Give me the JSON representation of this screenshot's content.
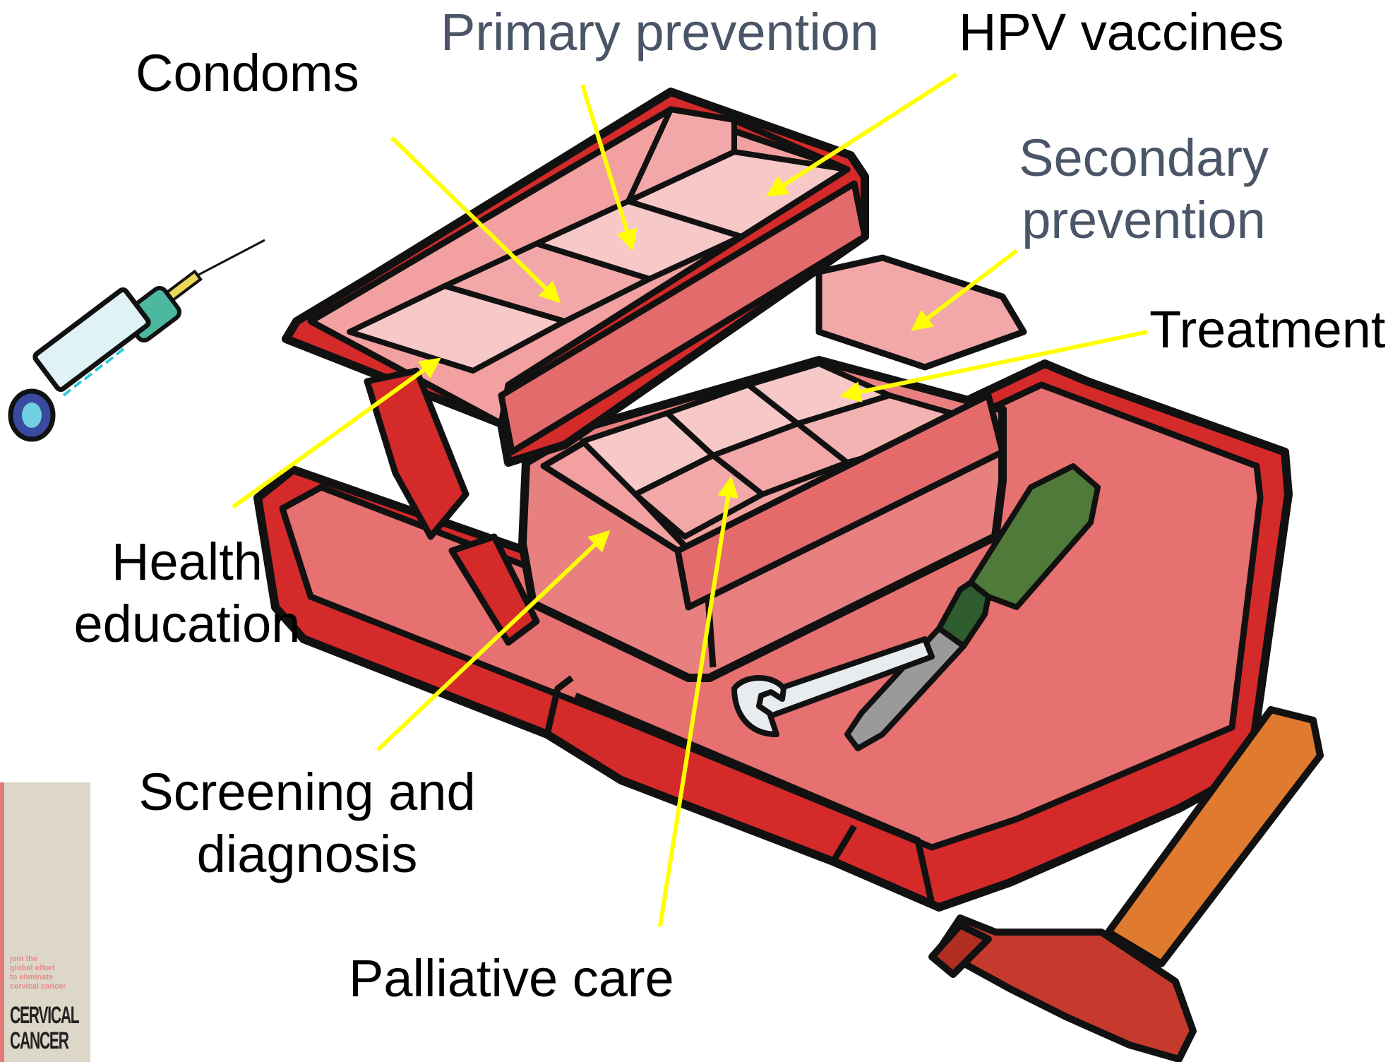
{
  "labels": {
    "primary_prevention": "Primary prevention",
    "hpv_vaccines": "HPV vaccines",
    "condoms": "Condoms",
    "secondary_prevention_line1": "Secondary",
    "secondary_prevention_line2": "prevention",
    "treatment": "Treatment",
    "health_education_line1": "Health",
    "health_education_line2": "education",
    "screening_line1": "Screening and",
    "screening_line2": "diagnosis",
    "palliative_care": "Palliative care"
  },
  "badge": {
    "tagline": "join the\nglobal effort\nto eliminate\ncervical cancer",
    "logo_text": "CERVICAL CANCER"
  },
  "colors": {
    "label_black": "#000000",
    "label_slate": "#4a5568",
    "arrow": "#ffff00",
    "toolbox_red": "#d42a2a",
    "toolbox_pink": "#f2a0a0",
    "toolbox_light": "#f6c8c8",
    "outline": "#111111"
  },
  "icons": [
    "syringe-icon",
    "toolbox-icon",
    "screwdriver-icon",
    "wrench-icon",
    "hammer-icon"
  ]
}
